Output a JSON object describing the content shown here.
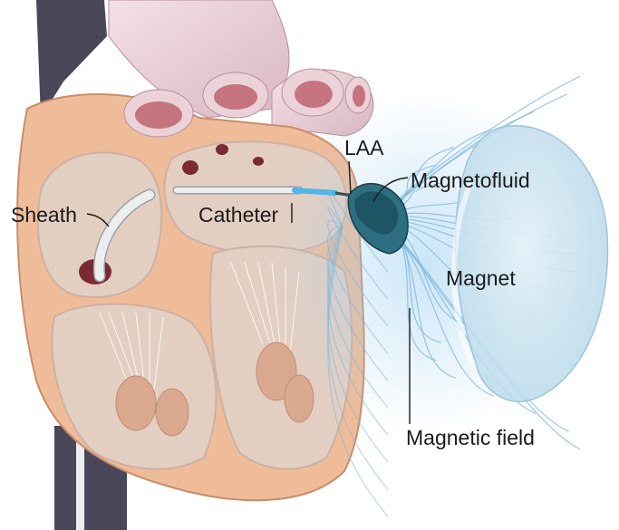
{
  "labels": {
    "sheath": "Sheath",
    "catheter": "Catheter",
    "laa": "LAA",
    "magnetofluid": "Magnetofluid",
    "magnet": "Magnet",
    "magnetic_field": "Magnetic field"
  },
  "colors": {
    "myocardium": "#efbc99",
    "myocardium_edge": "#c98d6b",
    "chamber": "#e3cfc2",
    "chamber_shadow": "#cdb0a2",
    "vessel": "#ead2d8",
    "vessel_inner": "#c5737f",
    "vein": "#4a4858",
    "sheath_tube": "#ecedef",
    "catheter_tip": "#4fb6e6",
    "magnetofluid": "#1e5564",
    "field_line": "#7ab6df",
    "magnet_fill": "#cde4ef"
  }
}
